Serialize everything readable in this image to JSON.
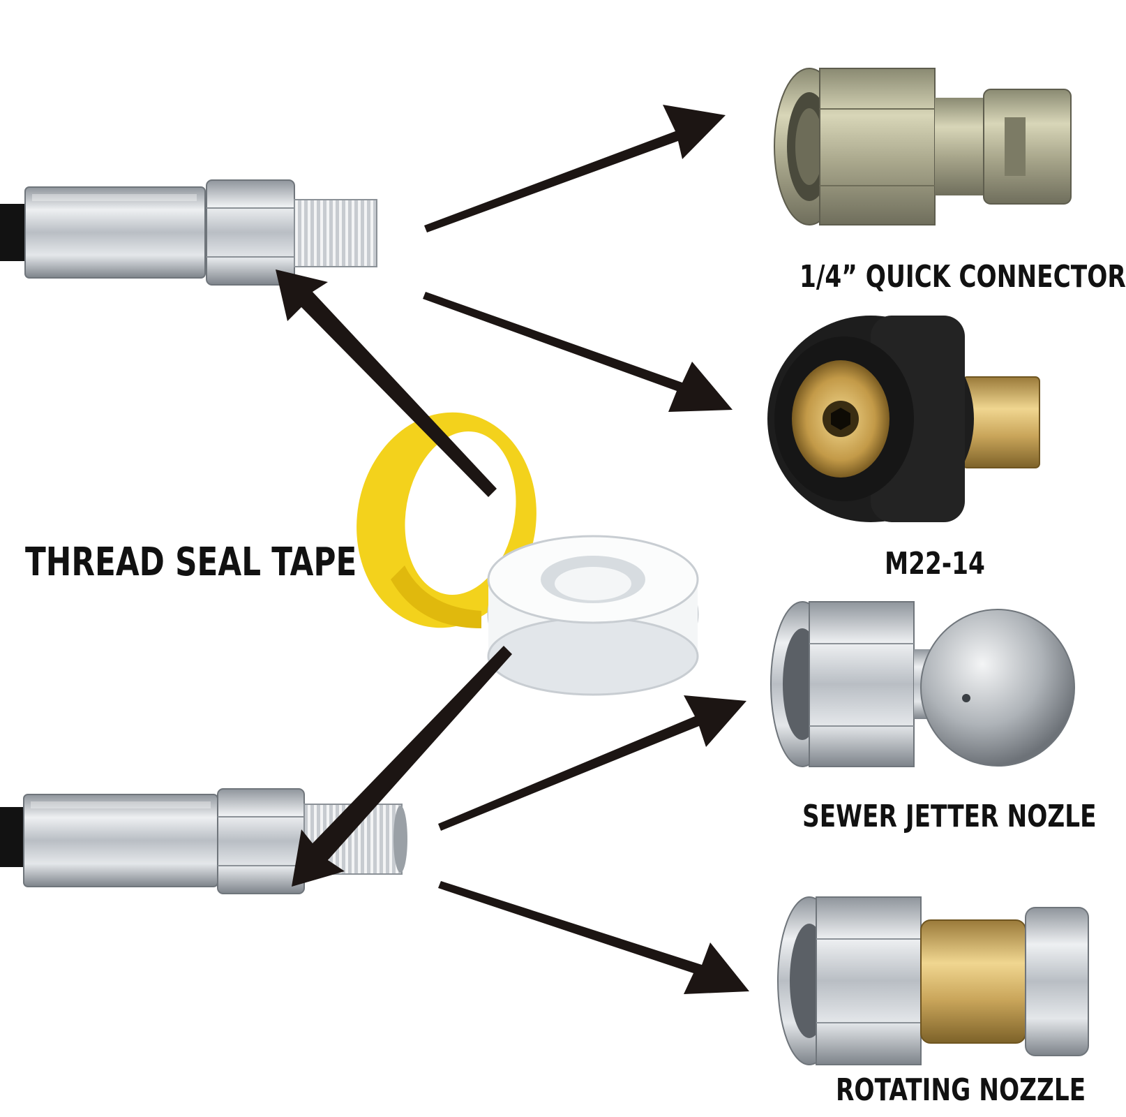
{
  "labels": {
    "quick_connector": "1/4” QUICK CONNECTOR",
    "m22": "M22-14",
    "thread_seal_tape": "THREAD SEAL TAPE",
    "sewer_jetter": "SEWER JETTER NOZLE",
    "rotating": "ROTATING NOZZLE"
  },
  "colors": {
    "arrow": "#1c1513",
    "steel": "#c9cdd2",
    "brass": "#c9a55a",
    "yellow": "#f3d21c",
    "hose": "#121212",
    "rubber": "#1d1d1d"
  }
}
